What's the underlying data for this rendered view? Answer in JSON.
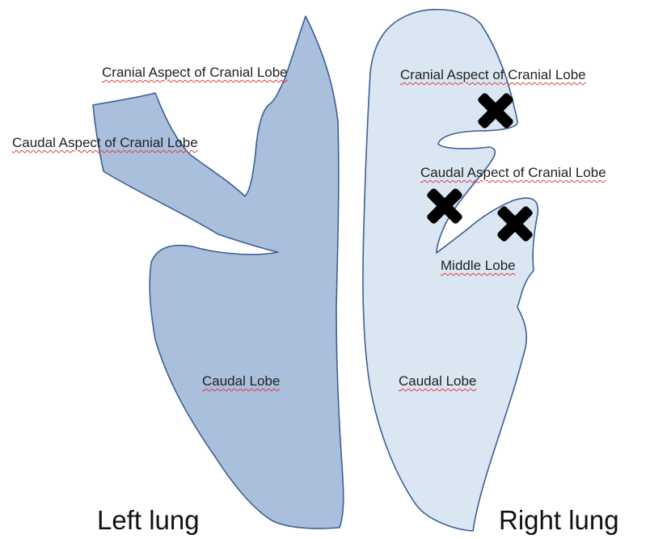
{
  "colors": {
    "left_lung_fill": "#a9bfdc",
    "right_lung_fill": "#dbe6f3",
    "outline": "#3d5f96",
    "marker": "#000000"
  },
  "markers": {
    "icon": "x-mark-icon",
    "count": 3
  },
  "left_lung": {
    "caption": "Left lung",
    "cranial_aspect_label": "Cranial Aspect of Cranial Lobe",
    "caudal_aspect_label": "Caudal Aspect of Cranial Lobe",
    "caudal_lobe_label": "Caudal Lobe"
  },
  "right_lung": {
    "caption": "Right lung",
    "cranial_aspect_label": "Cranial Aspect of Cranial Lobe",
    "caudal_aspect_label": "Caudal Aspect of Cranial Lobe",
    "middle_lobe_label": "Middle Lobe",
    "caudal_lobe_label": "Caudal Lobe"
  }
}
